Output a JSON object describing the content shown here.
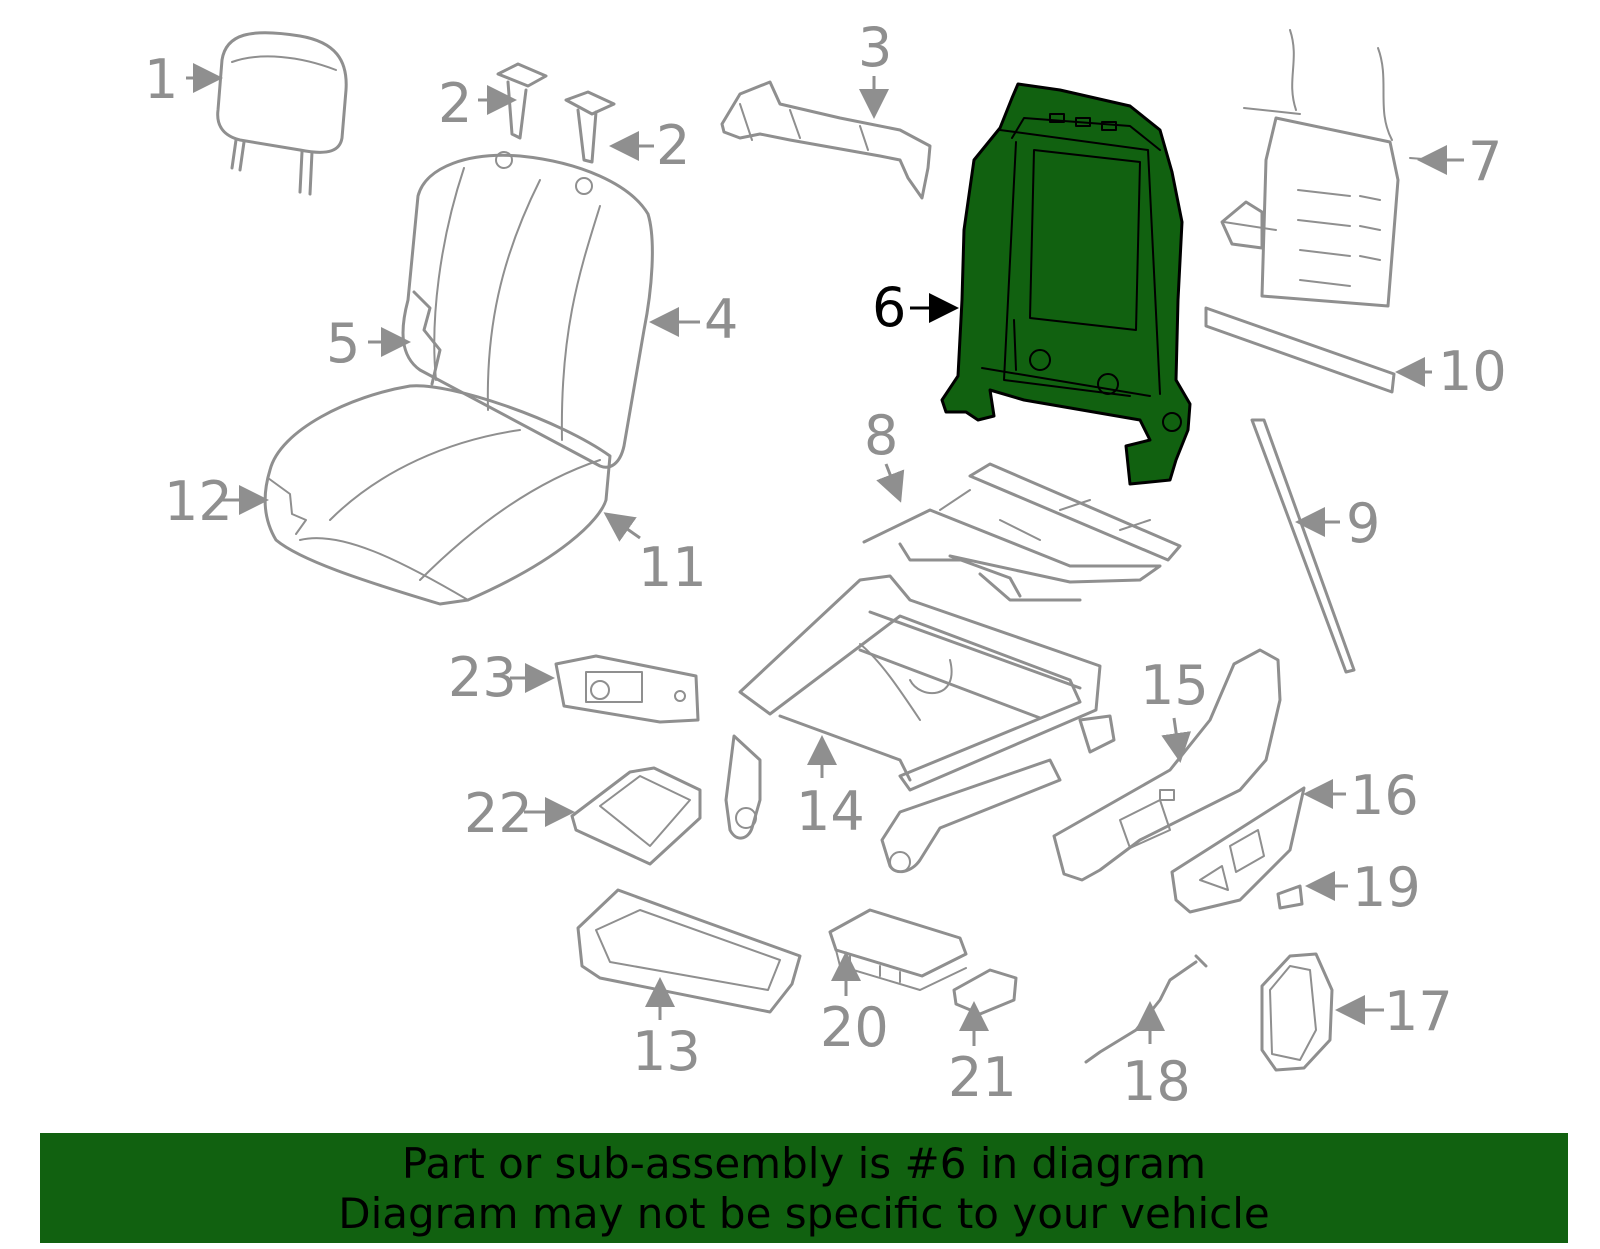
{
  "colors": {
    "highlight": "#116110",
    "outline": "#8f8f8f",
    "banner": "#116110"
  },
  "callouts": {
    "c1": "1",
    "c2a": "2",
    "c2b": "2",
    "c3": "3",
    "c4": "4",
    "c5": "5",
    "c6": "6",
    "c7": "7",
    "c8": "8",
    "c9": "9",
    "c10": "10",
    "c11": "11",
    "c12": "12",
    "c13": "13",
    "c14": "14",
    "c15": "15",
    "c16": "16",
    "c17": "17",
    "c18": "18",
    "c19": "19",
    "c20": "20",
    "c21": "21",
    "c22": "22",
    "c23": "23"
  },
  "highlighted_part": "6",
  "banner": {
    "line1": "Part or sub-assembly is #6 in diagram",
    "line2": "Diagram may not be specific to your vehicle"
  }
}
